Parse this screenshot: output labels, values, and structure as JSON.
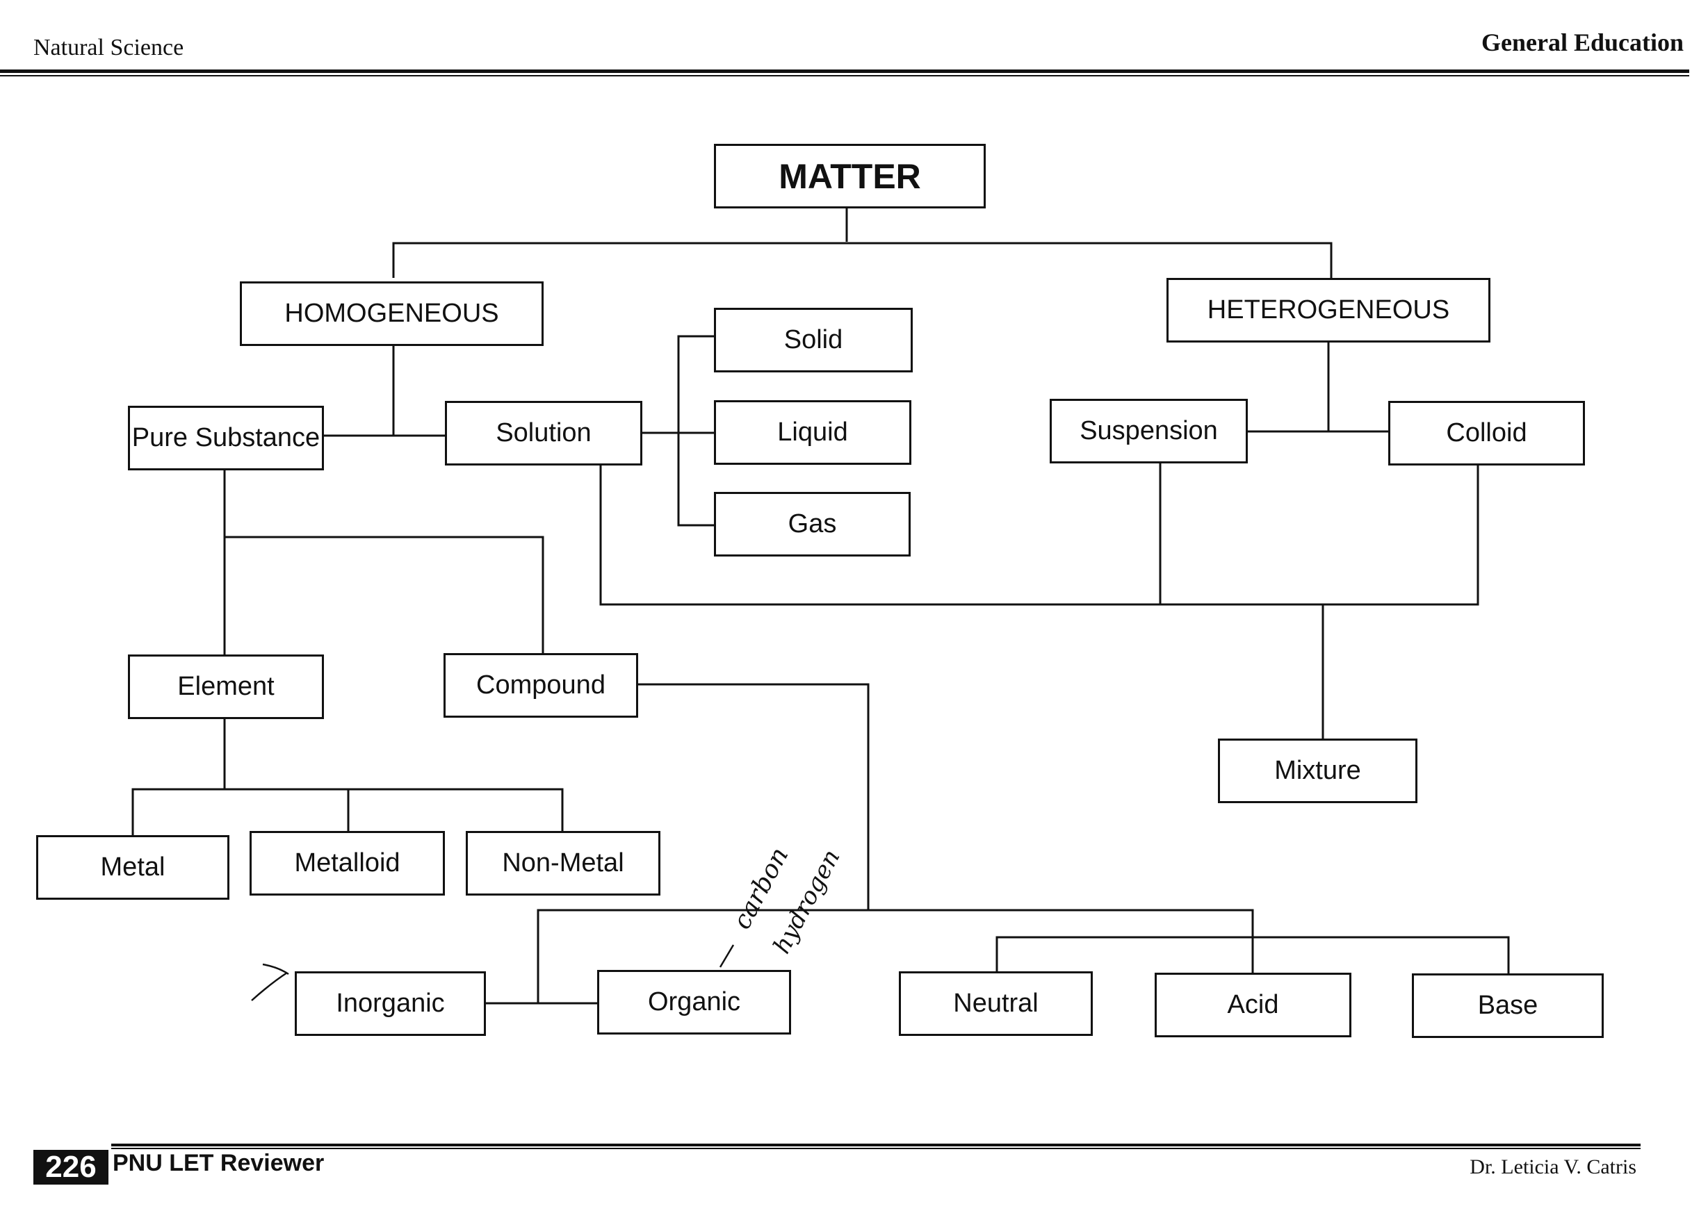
{
  "header": {
    "left": "Natural Science",
    "right": "General Education"
  },
  "diagram": {
    "nodes": {
      "matter": "MATTER",
      "homogeneous": "HOMOGENEOUS",
      "heterogeneous": "HETEROGENEOUS",
      "pure_substance": "Pure Substance",
      "solution": "Solution",
      "solid": "Solid",
      "liquid": "Liquid",
      "gas": "Gas",
      "suspension": "Suspension",
      "colloid": "Colloid",
      "element": "Element",
      "compound": "Compound",
      "mixture": "Mixture",
      "metal": "Metal",
      "metalloid": "Metalloid",
      "non_metal": "Non-Metal",
      "inorganic": "Inorganic",
      "organic": "Organic",
      "neutral": "Neutral",
      "acid": "Acid",
      "base": "Base"
    },
    "annotations": {
      "handwritten_1": "carbon",
      "handwritten_2": "hydrogen"
    }
  },
  "footer": {
    "page_number": "226",
    "title": "PNU LET Reviewer",
    "author": "Dr. Leticia V. Catris"
  }
}
